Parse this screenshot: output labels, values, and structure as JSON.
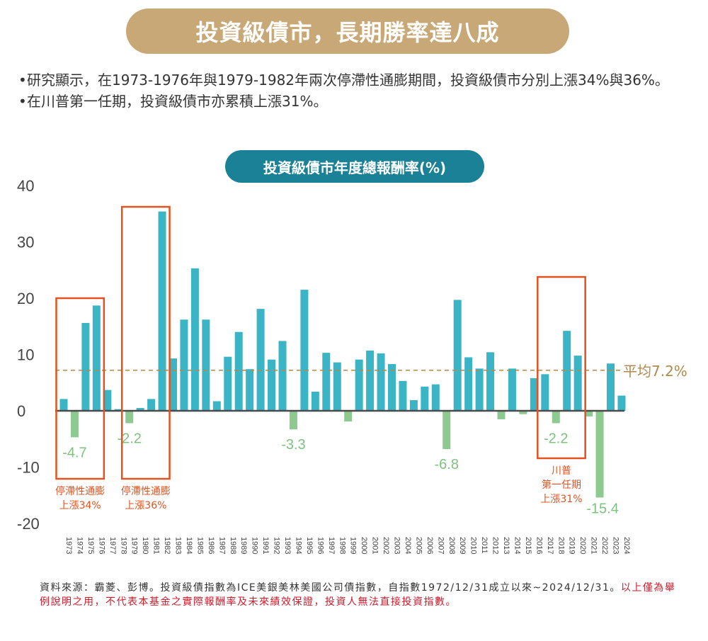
{
  "title": "投資級債市，長期勝率達八成",
  "bullets": [
    "研究顯示，在1973-1976年與1979-1982年兩次停滯性通膨期間，投資級債市分別上漲34%與36%。",
    "在川普第一任期，投資級債市亦累積上漲31%。"
  ],
  "bullet_marker": "•",
  "chart_title": "投資級債市年度總報酬率(%)",
  "footer": {
    "source": "資料來源：霸菱、彭博。投資級債指數為ICE美銀美林美國公司債指數，自指數1972/12/31成立以來~2024/12/31。",
    "disclaimer": "以上僅為舉例說明之用，不代表本基金之實際報酬率及未來績效保證，投資人無法直接投資指數。"
  },
  "colors": {
    "title_bg": "#c9a877",
    "chart_pill_bg": "#1b8196",
    "positive_bar": "#3bb5c6",
    "negative_bar": "#8ec98f",
    "negative_label": "#7dc27f",
    "average_line": "#b08a4d",
    "highlight_box": "#e0521f",
    "axis": "#4a4a4a"
  },
  "chart_data": {
    "type": "bar",
    "categories": [
      "1973",
      "1974",
      "1975",
      "1976",
      "1977",
      "1978",
      "1979",
      "1980",
      "1981",
      "1982",
      "1983",
      "1984",
      "1985",
      "1986",
      "1987",
      "1988",
      "1989",
      "1990",
      "1991",
      "1992",
      "1993",
      "1994",
      "1995",
      "1996",
      "1997",
      "1998",
      "1999",
      "2000",
      "2001",
      "2002",
      "2003",
      "2004",
      "2005",
      "2006",
      "2007",
      "2008",
      "2009",
      "2010",
      "2011",
      "2012",
      "2013",
      "2014",
      "2015",
      "2016",
      "2017",
      "2018",
      "2019",
      "2020",
      "2021",
      "2022",
      "2023",
      "2024"
    ],
    "values": [
      2.1,
      -4.7,
      15.6,
      18.7,
      3.7,
      0.3,
      -2.2,
      0.5,
      2.1,
      35.4,
      9.3,
      16.2,
      25.3,
      16.2,
      1.7,
      9.6,
      14.0,
      7.4,
      18.1,
      9.1,
      12.4,
      -3.3,
      21.5,
      3.4,
      10.3,
      8.6,
      -1.9,
      9.1,
      10.7,
      10.2,
      8.3,
      5.3,
      1.9,
      4.3,
      4.7,
      -6.8,
      19.7,
      9.5,
      7.5,
      10.4,
      -1.5,
      7.5,
      -0.6,
      5.8,
      6.5,
      -2.2,
      14.2,
      9.8,
      -1.0,
      -15.4,
      8.4,
      2.7
    ],
    "ylim": [
      -20,
      40
    ],
    "yticks": [
      -20,
      -10,
      0,
      10,
      20,
      30,
      40
    ],
    "average": 7.2,
    "average_label": "平均7.2%",
    "negative_labels": [
      {
        "year": "1974",
        "text": "-4.7"
      },
      {
        "year": "1979",
        "text": "-2.2"
      },
      {
        "year": "1994",
        "text": "-3.3"
      },
      {
        "year": "2008",
        "text": "-6.8"
      },
      {
        "year": "2018",
        "text": "-2.2"
      },
      {
        "year": "2022",
        "text": "-15.4"
      }
    ],
    "highlights": [
      {
        "from": "1973",
        "to": "1976",
        "lines": [
          "停滯性通膨",
          "上漲34%"
        ]
      },
      {
        "from": "1979",
        "to": "1982",
        "lines": [
          "停滯性通膨",
          "上漲36%"
        ]
      },
      {
        "from": "2017",
        "to": "2020",
        "lines": [
          "川普",
          "第一任期",
          "上漲31%"
        ]
      }
    ]
  }
}
